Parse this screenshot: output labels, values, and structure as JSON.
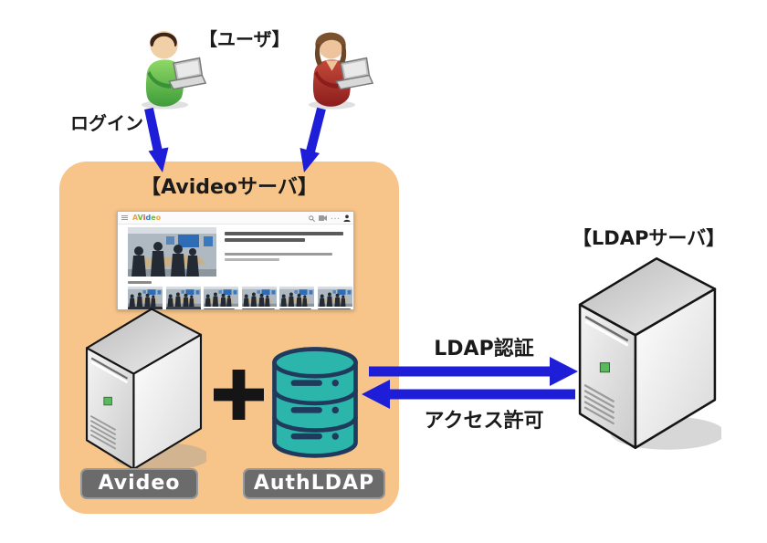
{
  "diagram": {
    "users_label": "【ユーザ】",
    "login_label": "ログイン",
    "avideo_box_title": "【Avideoサーバ】",
    "ldap_server_title": "【LDAPサーバ】",
    "arrow_right_label": "LDAP認証",
    "arrow_left_label": "アクセス許可",
    "avideo_badge": "Avideo",
    "authldap_badge": "AuthLDAP",
    "plus_sign": "+"
  },
  "website": {
    "logo": "AVideo",
    "logo_letters": [
      "A",
      "V",
      "i",
      "d",
      "e",
      "o"
    ]
  },
  "colors": {
    "box_orange": "#F7C58A",
    "arrow_blue": "#1E1ED8",
    "database_teal": "#2BB5AB",
    "database_outline": "#1F3A5C",
    "badge_gray": "#6B6B6B",
    "led_green": "#5CB85C"
  }
}
